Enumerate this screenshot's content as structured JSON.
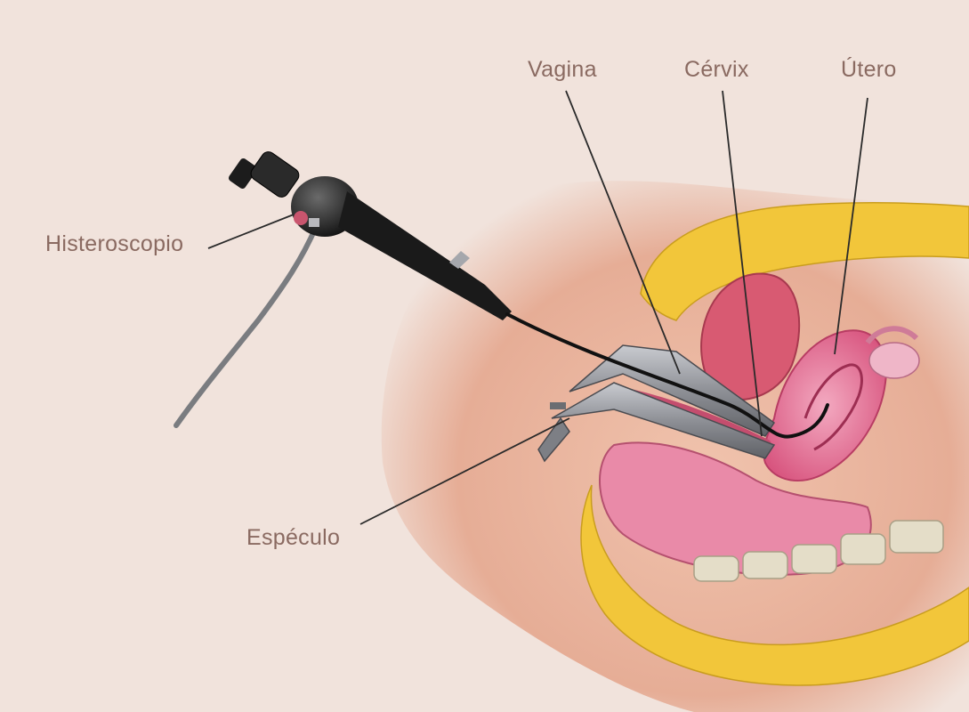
{
  "labels": {
    "vagina": "Vagina",
    "cervix": "Cérvix",
    "utero": "Útero",
    "histeroscopio": "Histeroscopio",
    "especulo": "Espéculo"
  },
  "colors": {
    "background": "#f1e3dc",
    "label_text": "#8a6a61",
    "leader_line": "#2a2a2a",
    "skin": "#e8b8a4",
    "fat": "#f2c63a",
    "organ_pink": "#e07a9a",
    "instrument_dark": "#2b2b2b",
    "speculum_metal": "#8e9096"
  },
  "icons": {
    "instrument": "hysteroscope-icon",
    "speculum": "speculum-icon"
  }
}
